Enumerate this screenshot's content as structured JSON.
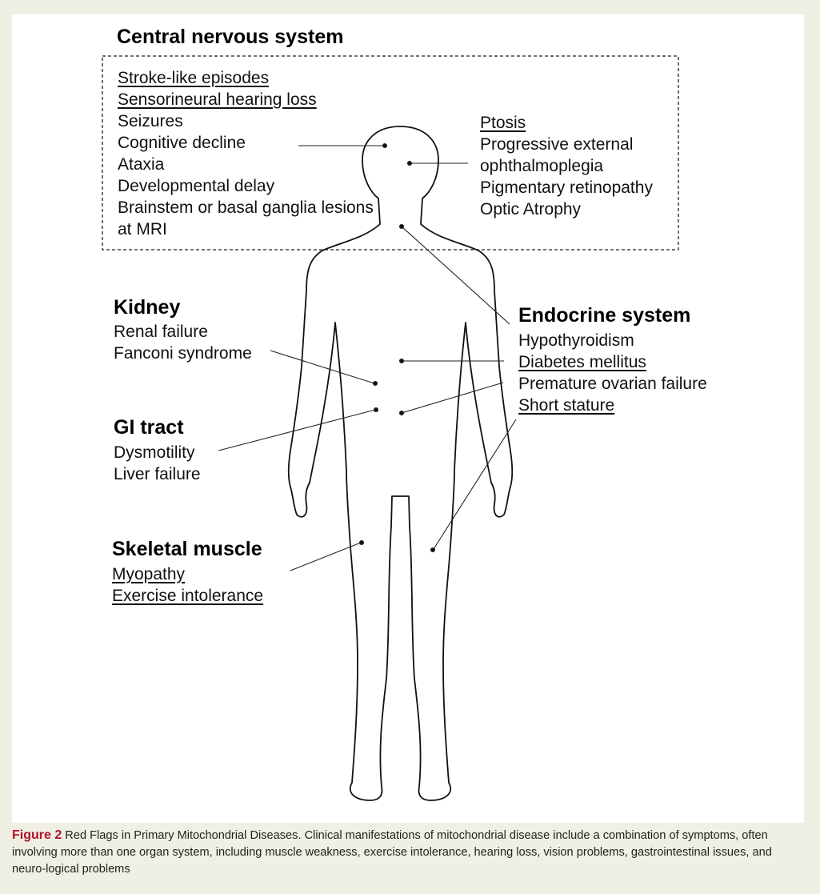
{
  "sections": {
    "cns": {
      "title": "Central nervous system",
      "left_items": [
        "Stroke-like episodes",
        "Sensorineural hearing loss",
        "Seizures",
        "Cognitive decline",
        "Ataxia",
        "Developmental delay",
        "Brainstem or basal ganglia lesions",
        "at MRI"
      ],
      "right_items": [
        "Ptosis",
        "Progressive external",
        "ophthalmoplegia",
        "Pigmentary retinopathy",
        "Optic Atrophy"
      ]
    },
    "kidney": {
      "title": "Kidney",
      "items": [
        "Renal failure",
        "Fanconi syndrome"
      ]
    },
    "gi": {
      "title": "GI tract",
      "items": [
        "Dysmotility",
        "Liver failure"
      ]
    },
    "muscle": {
      "title": "Skeletal muscle",
      "items": [
        "Myopathy",
        "Exercise intolerance"
      ]
    },
    "endocrine": {
      "title": "Endocrine system",
      "items": [
        "Hypothyroidism",
        "Diabetes mellitus",
        "Premature ovarian failure",
        "Short stature"
      ]
    }
  },
  "caption": {
    "label": "Figure 2",
    "text": "Red Flags in Primary Mitochondrial Diseases. Clinical manifestations of mitochondrial disease include a combination of symptoms, often involving more than one organ system, including muscle weakness, exercise intolerance, hearing loss, vision problems, gastrointestinal issues, and neuro-logical problems"
  },
  "colors": {
    "background": "#efefe3",
    "panel": "#ffffff",
    "caption_label": "#b3122a"
  }
}
